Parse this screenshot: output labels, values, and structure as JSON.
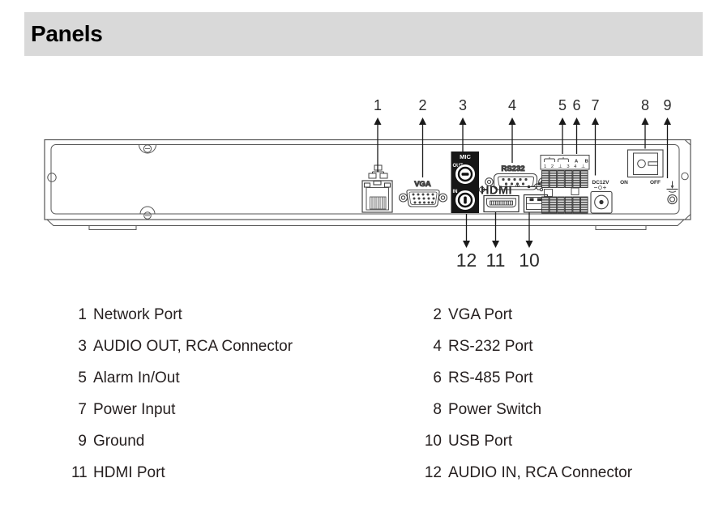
{
  "header": {
    "title": "Panels"
  },
  "diagram": {
    "callouts": {
      "c1": "1",
      "c2": "2",
      "c3": "3",
      "c4": "4",
      "c5": "5",
      "c6": "6",
      "c7": "7",
      "c8": "8",
      "c9": "9",
      "c10": "10",
      "c11": "11",
      "c12": "12"
    },
    "labels": {
      "mic": "MIC",
      "mic_out": "OUT",
      "mic_in": "IN",
      "vga": "VGA",
      "rs232": "RS232",
      "hdmi": "HDMI",
      "hdmi_tm": "™",
      "dc12v": "DC12V",
      "on": "ON",
      "off": "OFF",
      "alarm_numbers": "1 2 ⊥ 3 4 ⊥",
      "rs485_ab": "A B"
    }
  },
  "legend": {
    "rows": [
      {
        "left_num": "1",
        "left_label": "Network Port",
        "right_num": "2",
        "right_label": "VGA Port"
      },
      {
        "left_num": "3",
        "left_label": "AUDIO OUT, RCA Connector",
        "right_num": "4",
        "right_label": "RS-232 Port"
      },
      {
        "left_num": "5",
        "left_label": "Alarm In/Out",
        "right_num": "6",
        "right_label": "RS-485 Port"
      },
      {
        "left_num": "7",
        "left_label": "Power Input",
        "right_num": "8",
        "right_label": "Power Switch"
      },
      {
        "left_num": "9",
        "left_label": "Ground",
        "right_num": "10",
        "right_label": "USB Port"
      },
      {
        "left_num": "11",
        "left_label": "HDMI Port",
        "right_num": "12",
        "right_label": "AUDIO IN, RCA Connector"
      }
    ]
  }
}
